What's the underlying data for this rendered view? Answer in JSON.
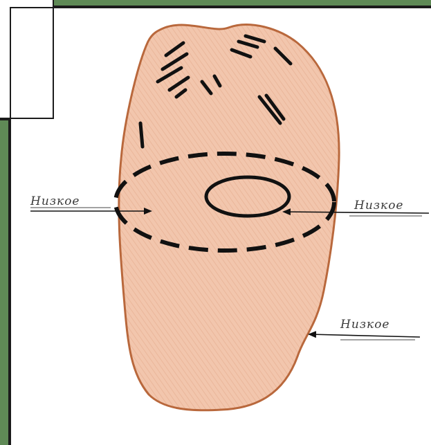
{
  "labels": {
    "left": "Низкое",
    "right": "Низкое",
    "bottom_right": "Низкое"
  },
  "colors": {
    "panel_green": "#5f8a56",
    "skin_fill": "#efc0a6",
    "skin_outline": "#c06a3a",
    "ink": "#111111"
  }
}
